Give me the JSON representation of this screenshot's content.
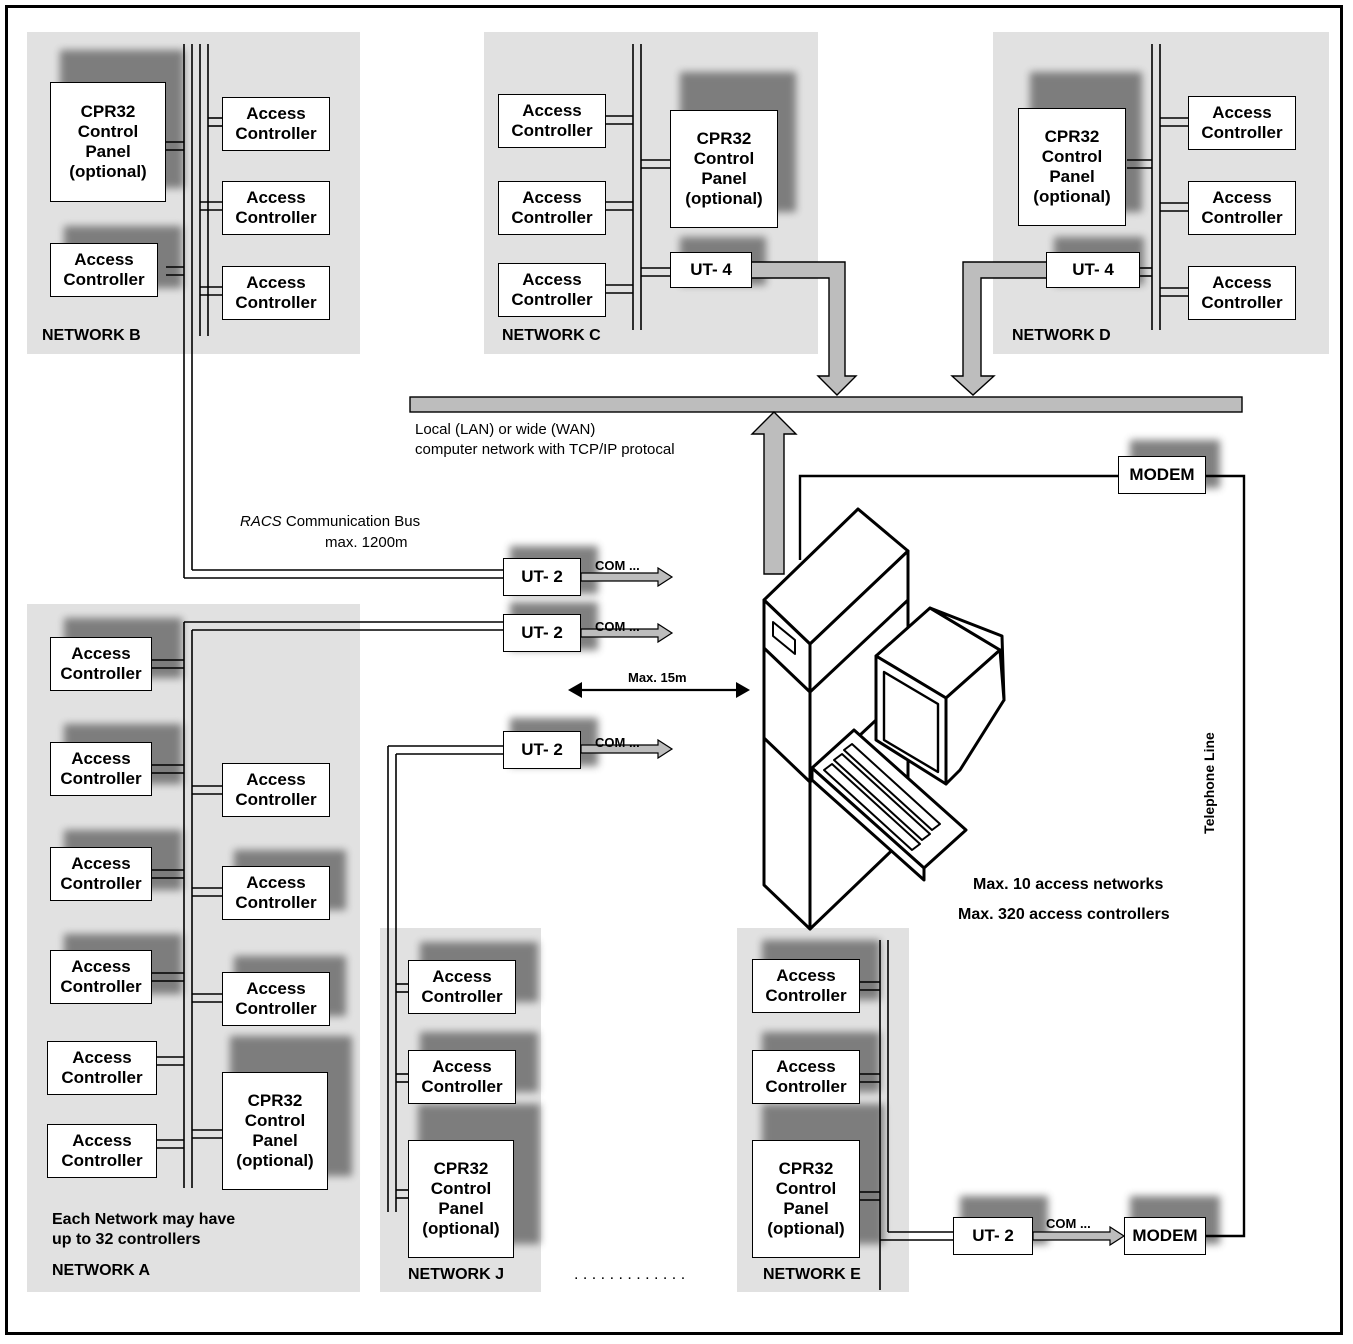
{
  "labels": {
    "access_controller": "Access\nController",
    "cpr32": "CPR32\nControl\nPanel\n(optional)",
    "ut4": "UT- 4",
    "ut2": "UT- 2",
    "modem": "MODEM",
    "com": "COM ...",
    "network_a": "NETWORK A",
    "network_b": "NETWORK B",
    "network_c": "NETWORK C",
    "network_d": "NETWORK D",
    "network_e": "NETWORK E",
    "network_j": "NETWORK J",
    "lan_line1": "Local (LAN) or  wide (WAN)",
    "lan_line2": "computer network with TCP/IP protocal",
    "racs_italic": "RACS",
    "racs_rest": " Communication Bus",
    "racs_max": "max. 1200m",
    "max15": "Max. 15m",
    "max_networks": "Max. 10 access networks",
    "max_controllers": "Max. 320 access controllers",
    "telephone": "Telephone Line",
    "each_network": "Each Network may have\nup to 32 controllers",
    "dots": ". . . . . . . . . . . . ."
  }
}
